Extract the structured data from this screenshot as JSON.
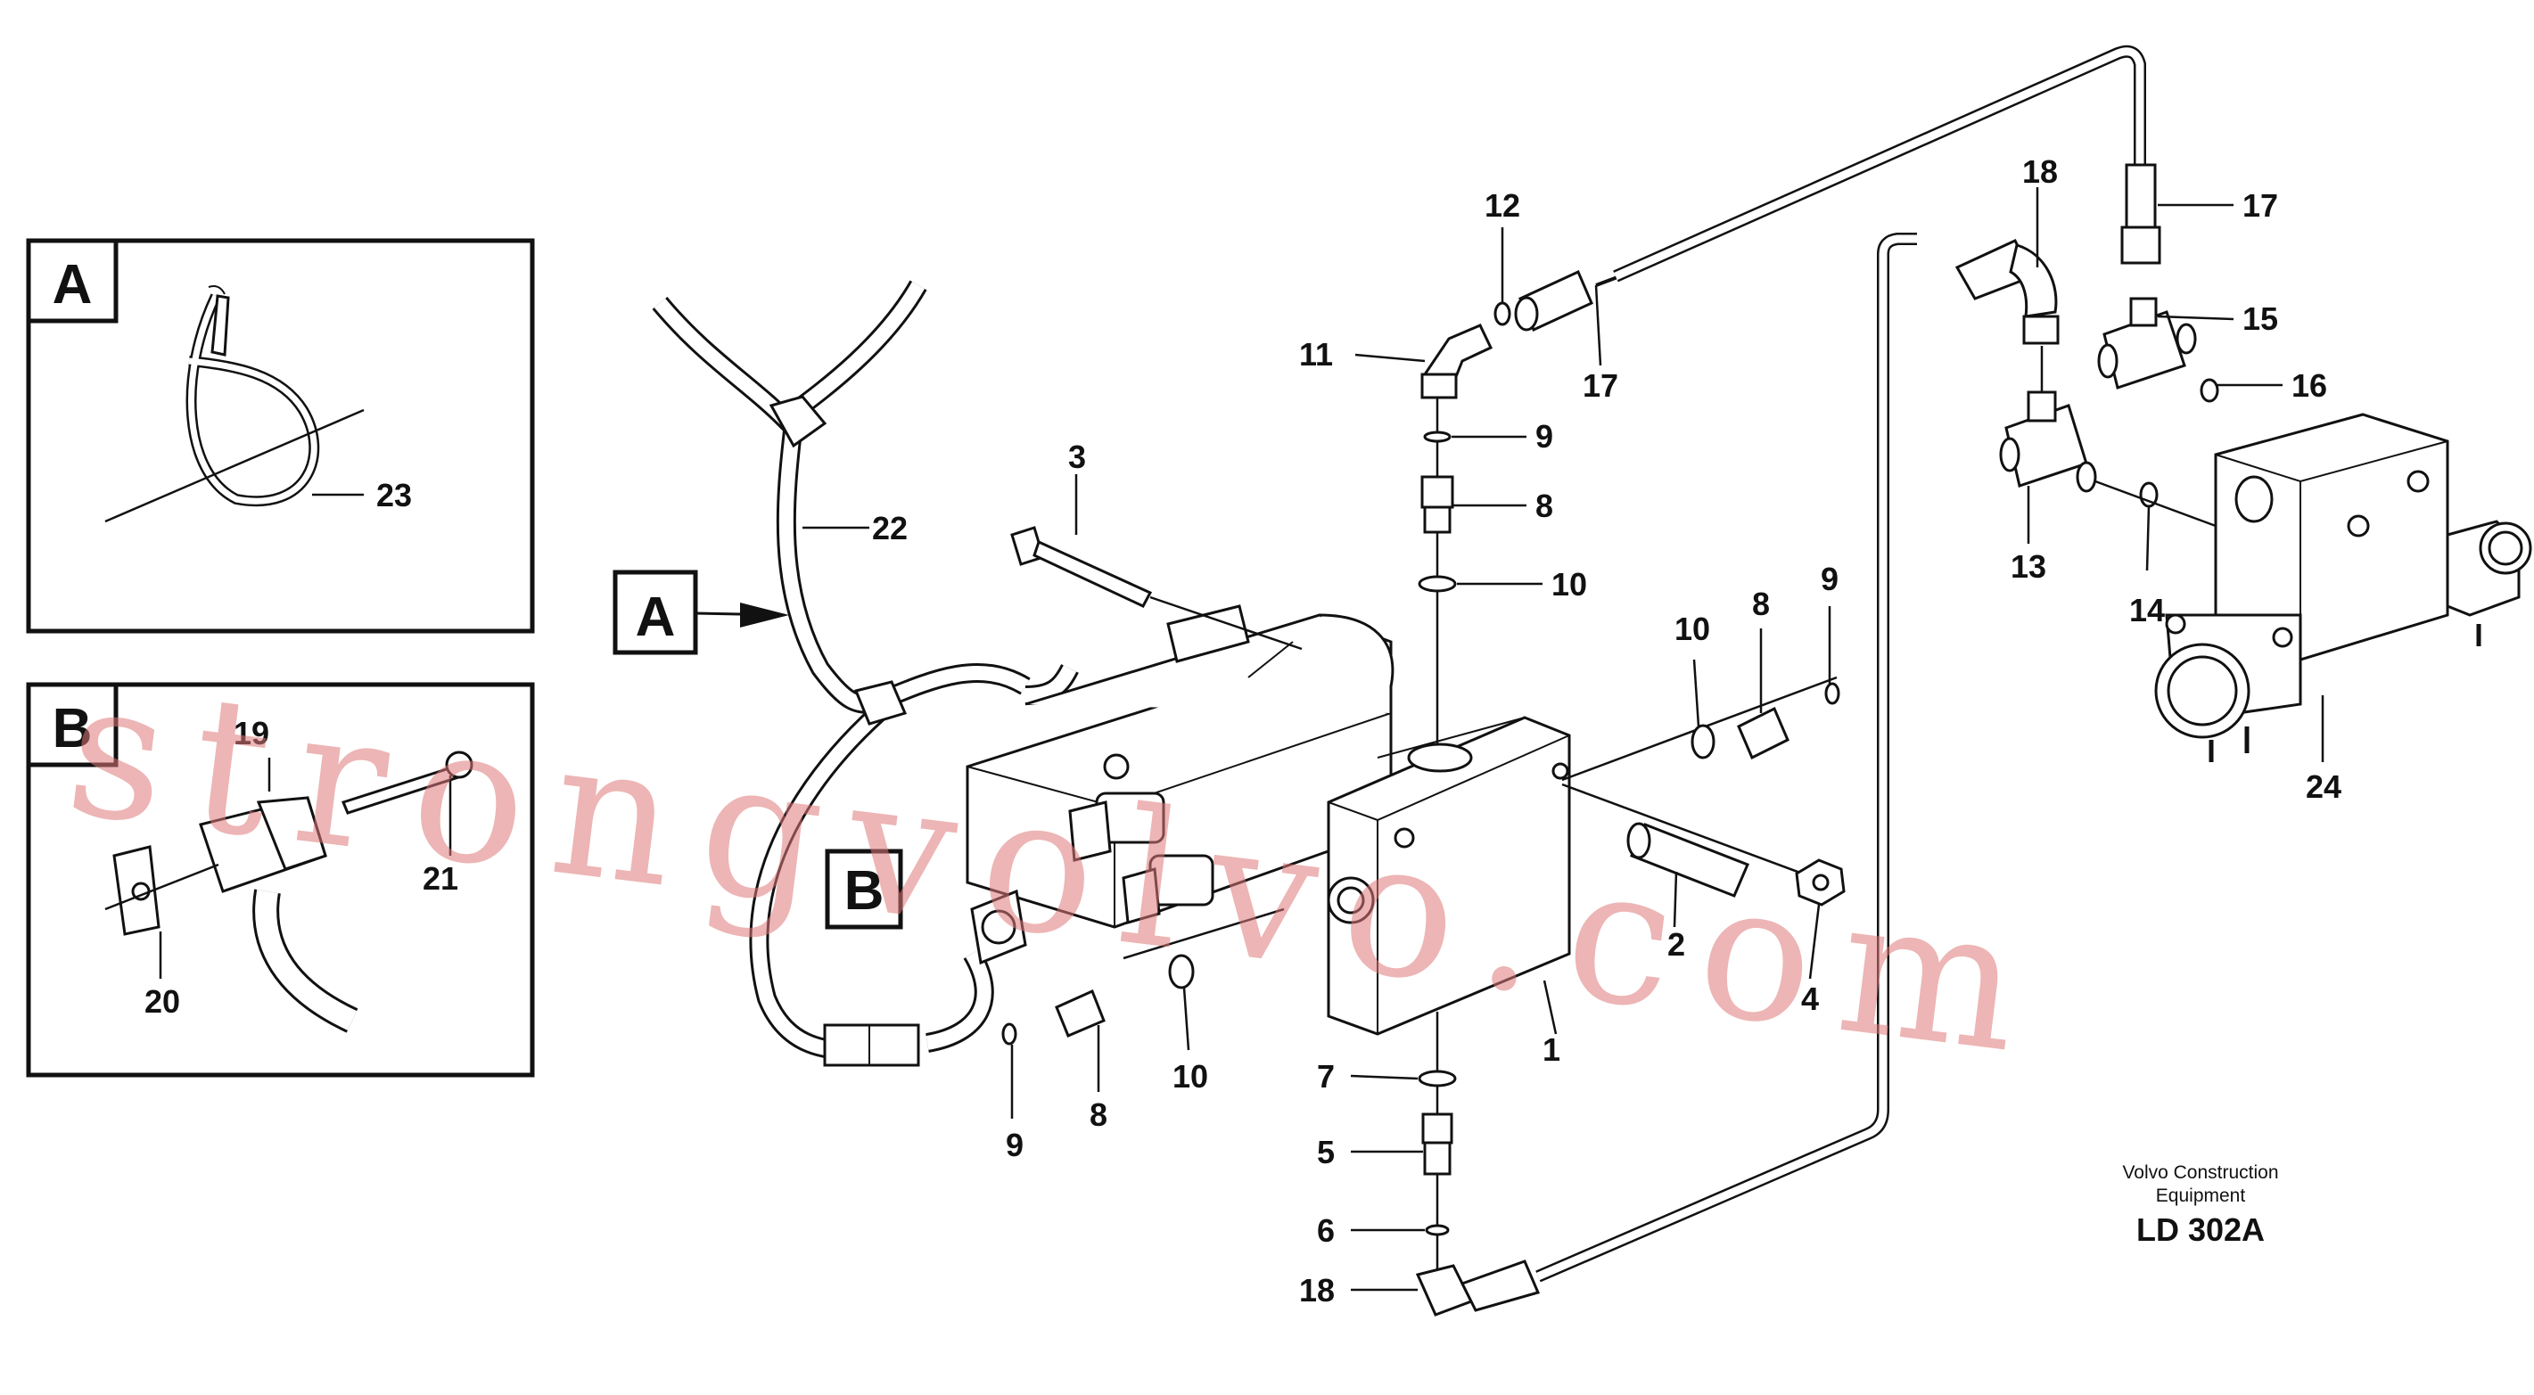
{
  "diagram": {
    "detail_a": {
      "letter": "A",
      "callouts": [
        "23"
      ]
    },
    "detail_b": {
      "letter": "B",
      "callouts": [
        "19",
        "21",
        "20"
      ]
    },
    "view_markers": {
      "a": "A",
      "b": "B"
    },
    "callouts": {
      "c1": "1",
      "c2": "2",
      "c3": "3",
      "c4": "4",
      "c5": "5",
      "c6": "6",
      "c7": "7",
      "c8a": "8",
      "c8b": "8",
      "c8c": "8",
      "c9a": "9",
      "c9b": "9",
      "c9c": "9",
      "c10a": "10",
      "c10b": "10",
      "c10c": "10",
      "c11": "11",
      "c12": "12",
      "c13": "13",
      "c14": "14",
      "c15": "15",
      "c16": "16",
      "c17a": "17",
      "c17b": "17",
      "c18a": "18",
      "c18b": "18",
      "c22": "22",
      "c24": "24"
    },
    "footer": {
      "maker_line1": "Volvo Construction",
      "maker_line2": "Equipment",
      "drawing_code": "LD 302A"
    },
    "watermark": "strongvolvo.com"
  }
}
